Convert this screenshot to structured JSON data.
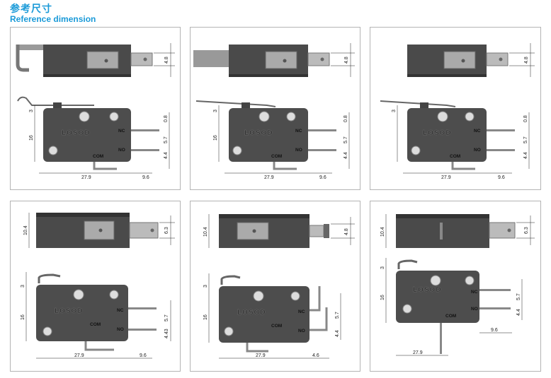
{
  "header": {
    "title_cn": "参考尺寸",
    "title_en": "Reference dimension"
  },
  "brand": "LOSOD",
  "terminals": {
    "nc": "NC",
    "no": "NO",
    "com": "COM"
  },
  "panels": [
    {
      "top_thickness": "4.8",
      "lever_height": "3",
      "nc_offset": "0.8",
      "body_height": "16",
      "term_gap1": "5.7",
      "term_gap2": "4.4",
      "length": "27.9",
      "term_length": "9.6"
    },
    {
      "top_thickness": "4.8",
      "lever_height": "3",
      "nc_offset": "0.8",
      "body_height": "16",
      "term_gap1": "5.7",
      "term_gap2": "4.4",
      "length": "27.9",
      "term_length": "9.6"
    },
    {
      "top_thickness": "4.8",
      "lever_height": "3",
      "nc_offset": "0.8",
      "body_height": "16",
      "term_gap1": "5.7",
      "term_gap2": "4.4",
      "length": "27.9",
      "term_length": "9.6"
    },
    {
      "top_height": "10.4",
      "top_thickness": "6.3",
      "lever_height": "3",
      "body_height": "16",
      "term_gap1": "5.7",
      "term_gap2": "4.43",
      "length": "27.9",
      "term_length": "9.6"
    },
    {
      "top_height": "10.4",
      "top_thickness": "4.8",
      "lever_height": "3",
      "body_height": "16",
      "term_gap1": "5.7",
      "term_gap2": "4.4",
      "length": "27.9",
      "term_length": "4.6"
    },
    {
      "top_height": "10.4",
      "top_thickness": "6.3",
      "lever_height": "3",
      "body_height": "16",
      "term_gap1": "5.7",
      "term_gap2": "4.4",
      "length": "27.9",
      "term_length": "9.6"
    }
  ]
}
